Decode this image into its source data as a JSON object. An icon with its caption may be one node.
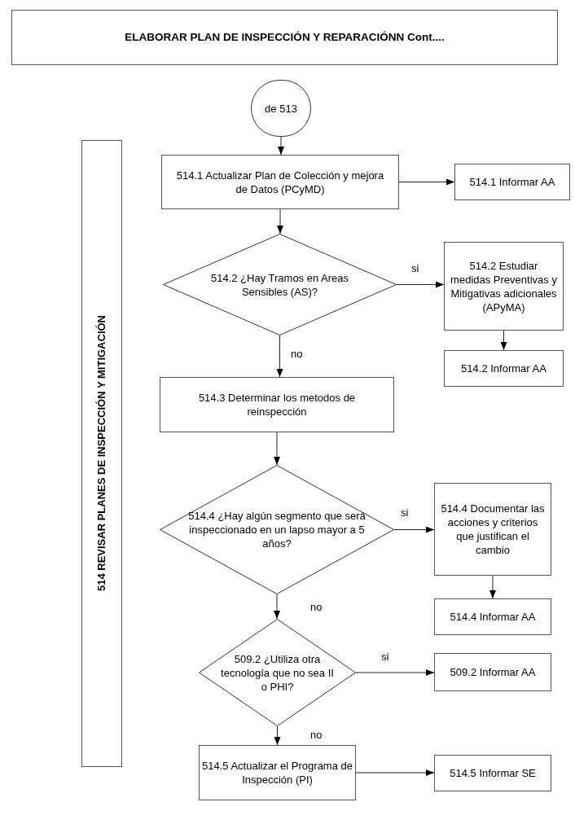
{
  "diagram": {
    "nodes": [
      {
        "text": [
          "ELABORAR PLAN DE INSPECCIÓN Y REPARACIÓNN Cont...."
        ]
      },
      {
        "text": [
          "514 REVISAR PLANES DE INSPECCIÓN Y MITIGACIÓN"
        ]
      },
      {
        "text": [
          "de 513"
        ]
      },
      {
        "text": [
          "514.1 Actualizar Plan de Colección y mejora de Datos (PCyMD)"
        ]
      },
      {
        "text": [
          "514.1 Informar AA"
        ]
      },
      {
        "text": [
          "514.2 ¿Hay Tramos en Areas Sensibles (AS)?"
        ]
      },
      {
        "text": [
          "514.2 Estudiar medidas Preventivas y Mitigativas adicionales (APyMA)"
        ]
      },
      {
        "text": [
          "514.2 Informar AA"
        ]
      },
      {
        "text": [
          "514.3 Determinar los metodos de reinspección"
        ]
      },
      {
        "text": [
          "514.4 ¿Hay algún segmento que será inspeccionado en un lapso mayor a  5 años?"
        ]
      },
      {
        "text": [
          "514.4 Documentar las acciones y criterios que justifican el cambio"
        ]
      },
      {
        "text": [
          "514.4 Informar AA"
        ]
      },
      {
        "text": [
          "509.2 ¿Utiliza otra tecnología que no sea II o PHI?"
        ]
      },
      {
        "text": [
          "509.2 Informar AA"
        ]
      },
      {
        "text": [
          "514.5 Actualizar el Programa de Inspección (PI)"
        ]
      },
      {
        "text": [
          "514.5 Informar SE"
        ]
      }
    ],
    "edges": [
      {
        "from": 2,
        "to": 3,
        "arrow": "to"
      },
      {
        "from": 3,
        "to": 4,
        "arrow": "to"
      },
      {
        "from": 3,
        "to": 5,
        "arrow": "to"
      },
      {
        "from": 5,
        "to": 6,
        "arrow": "to",
        "label": "si"
      },
      {
        "from": 6,
        "to": 7,
        "arrow": "to"
      },
      {
        "from": 5,
        "to": 8,
        "arrow": "to",
        "label": "no"
      },
      {
        "from": 8,
        "to": 9,
        "arrow": "to"
      },
      {
        "from": 9,
        "to": 10,
        "arrow": "to",
        "label": "si"
      },
      {
        "from": 10,
        "to": 11,
        "arrow": "to"
      },
      {
        "from": 9,
        "to": 12,
        "arrow": "to",
        "label": "no"
      },
      {
        "from": 12,
        "to": 13,
        "arrow": "to",
        "label": "si"
      },
      {
        "from": 12,
        "to": 14,
        "arrow": "to",
        "label": "no"
      },
      {
        "from": 14,
        "to": 15,
        "arrow": "to"
      }
    ]
  }
}
